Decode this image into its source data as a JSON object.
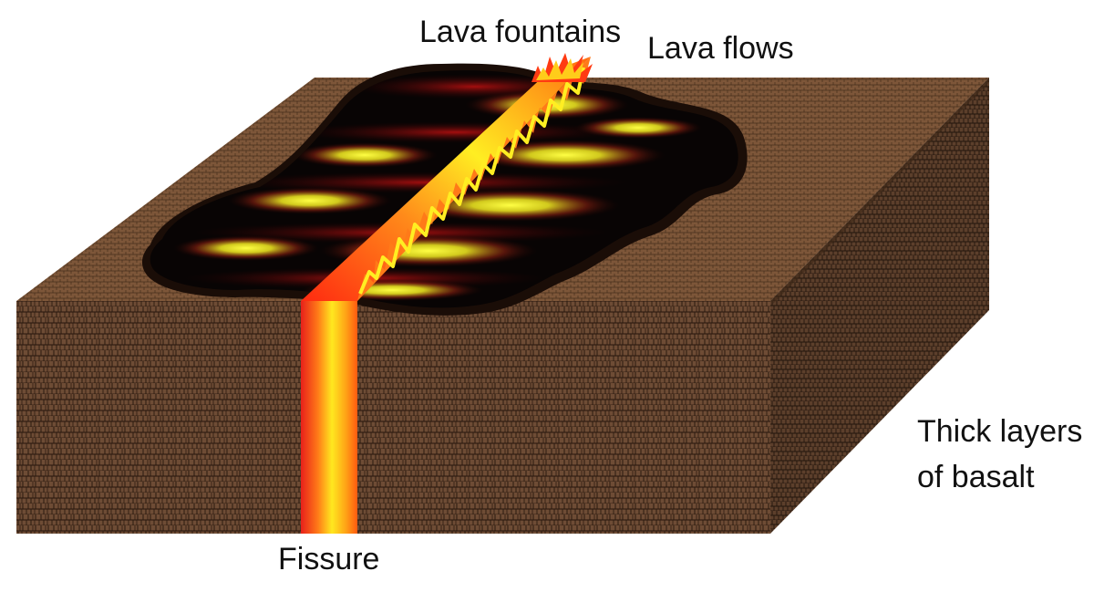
{
  "labels": {
    "lava_fountains": "Lava fountains",
    "lava_flows": "Lava flows",
    "thick_layers_line1": "Thick layers",
    "thick_layers_line2": "of basalt",
    "fissure": "Fissure"
  },
  "colors": {
    "basalt_top": "#7a5437",
    "basalt_front": "#6b4a33",
    "basalt_side": "#5a3d29",
    "basalt_lines": "#2a1a10",
    "lava_yellow": "#ffee22",
    "lava_orange": "#ff8a1a",
    "lava_red": "#e8201a",
    "flow_dark": "#0a0604"
  }
}
